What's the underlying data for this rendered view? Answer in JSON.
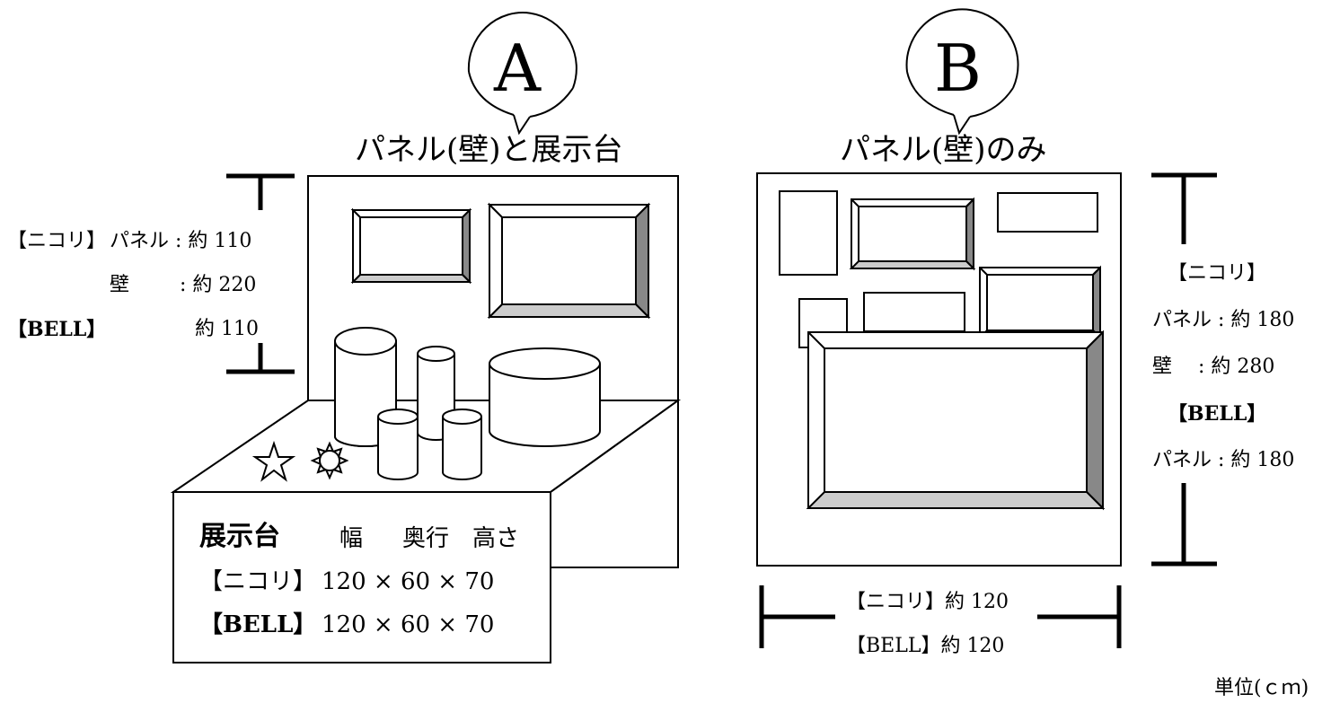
{
  "section_a": {
    "letter": "A",
    "title": "パネル(壁)と展示台",
    "dims": {
      "nikori_label": "【ニコリ】",
      "panel": "パネル : 約 110",
      "wall_label": "壁",
      "wall_value": ": 約 220",
      "bell_label": "【BELL】",
      "bell_value": "約 110"
    },
    "table": {
      "header_title": "展示台",
      "col_width": "幅",
      "col_depth": "奥行",
      "col_height": "高さ",
      "rows": [
        {
          "label": "【ニコリ】",
          "values": "120 × 60 × 70"
        },
        {
          "label": "【BELL】",
          "values": "120 × 60 × 70"
        }
      ]
    }
  },
  "section_b": {
    "letter": "B",
    "title": "パネル(壁)のみ",
    "height_dims": {
      "nikori_label": "【ニコリ】",
      "panel": "パネル : 約 180",
      "wall": "壁　 : 約 280",
      "bell_label": "【BELL】",
      "bell_panel": "パネル : 約 180"
    },
    "width_dims": {
      "nikori": "【ニコリ】約 120",
      "bell": "【BELL】約 120"
    }
  },
  "unit": "単位(ｃｍ)"
}
